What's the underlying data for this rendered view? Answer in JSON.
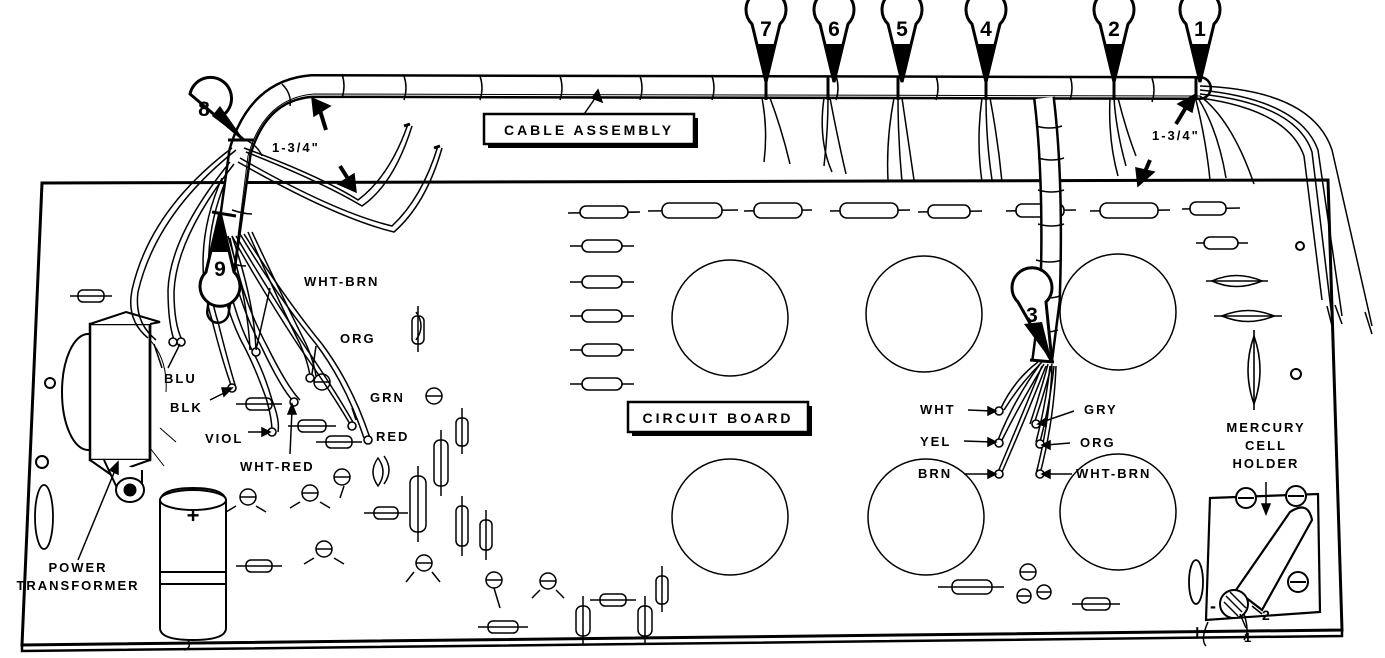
{
  "callouts": {
    "c1": "1",
    "c2": "2",
    "c3": "3",
    "c4": "4",
    "c5": "5",
    "c6": "6",
    "c7": "7",
    "c8": "8",
    "c9": "9"
  },
  "labels": {
    "cable_assembly": "CABLE ASSEMBLY",
    "circuit_board": "CIRCUIT BOARD",
    "measure_left": "1-3/4\"",
    "measure_right": "1-3/4\"",
    "mercury_line1": "MERCURY",
    "mercury_line2": "CELL",
    "mercury_line3": "HOLDER",
    "power_line1": "POWER",
    "power_line2": "TRANSFORMER"
  },
  "wire_labels": {
    "blu": "BLU",
    "blk": "BLK",
    "viol": "VIOL",
    "wht_red": "WHT-RED",
    "wht_brn_left": "WHT-BRN",
    "org_left": "ORG",
    "grn": "GRN",
    "red": "RED",
    "wht": "WHT",
    "yel": "YEL",
    "brn": "BRN",
    "gry": "GRY",
    "org_right": "ORG",
    "wht_brn_right": "WHT-BRN"
  },
  "polarity": {
    "plus": "+",
    "minus": "-",
    "cap_plus": "+",
    "term1": "1",
    "term2": "2"
  }
}
